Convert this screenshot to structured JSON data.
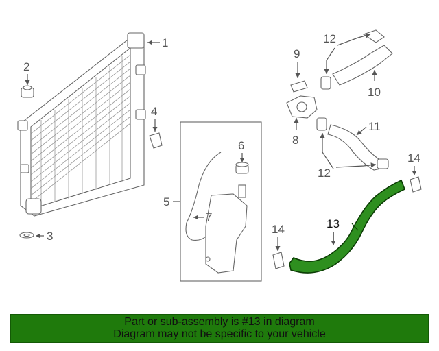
{
  "callouts": {
    "c1": "1",
    "c2": "2",
    "c3": "3",
    "c4": "4",
    "c5": "5",
    "c6": "6",
    "c7": "7",
    "c8": "8",
    "c9": "9",
    "c10": "10",
    "c11": "11",
    "c12a": "12",
    "c12b": "12",
    "c13": "13",
    "c14a": "14",
    "c14b": "14"
  },
  "highlight": {
    "part": "13",
    "color": "#2e8f1f"
  },
  "banner": {
    "line1": "Part or sub-assembly is #13 in diagram",
    "line2": "Diagram may not be specific to your vehicle"
  }
}
